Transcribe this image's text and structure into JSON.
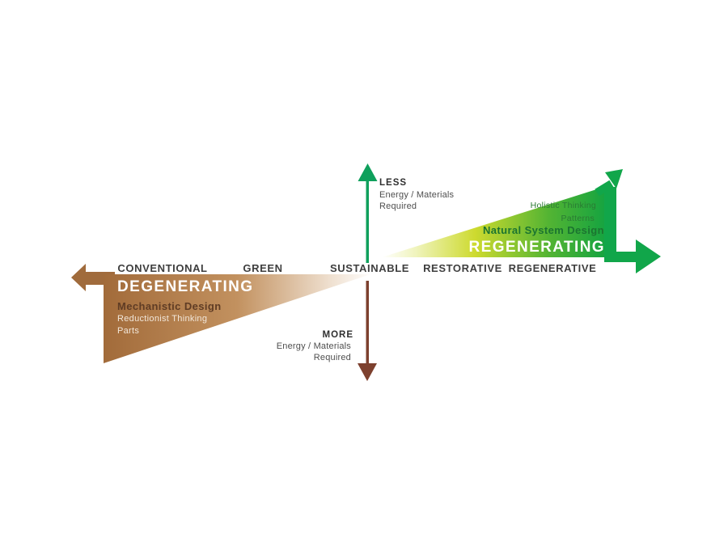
{
  "axis_labels": [
    "CONVENTIONAL",
    "GREEN",
    "SUSTAINABLE",
    "RESTORATIVE",
    "REGENERATIVE"
  ],
  "less": {
    "title": "LESS",
    "line1": "Energy / Materials",
    "line2": "Required"
  },
  "more": {
    "title": "MORE",
    "line1": "Energy / Materials",
    "line2": "Required"
  },
  "degenerating": {
    "title": "DEGENERATING",
    "design": "Mechanistic Design",
    "thinking": "Reductionist Thinking",
    "parts": "Parts"
  },
  "regenerating": {
    "title": "REGENERATING",
    "design": "Natural System Design",
    "patterns": "Patterns",
    "thinking": "Holistic Thinking"
  },
  "colors": {
    "green_bright": "#11A64A",
    "green_vertical": "#0FA05C",
    "brown_arrow": "#A06B3C",
    "brown_down": "#7D402E",
    "grad_brown_0": "#A26B3A",
    "grad_brown_1": "#C2915F",
    "grad_brown_2": "#EFE0D0",
    "grad_brown_3": "#FEFDFC",
    "grad_green_0": "#FFFFFF",
    "grad_green_1": "#F0F4BE",
    "grad_green_2": "#CDDA2F",
    "grad_green_3": "#53B433",
    "grad_green_4": "#17A440"
  }
}
